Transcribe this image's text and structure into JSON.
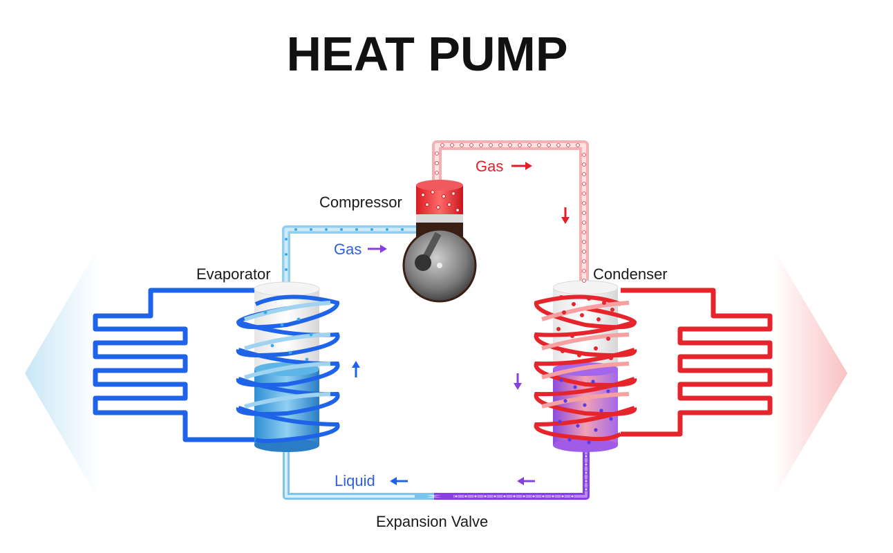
{
  "title": "HEAT PUMP",
  "labels": {
    "compressor": "Compressor",
    "evaporator": "Evaporator",
    "condenser": "Condenser",
    "expansion_valve": "Expansion Valve",
    "gas_top": "Gas",
    "gas_left": "Gas",
    "liquid": "Liquid"
  },
  "colors": {
    "cold": "#1e63e8",
    "cold_light": "#9fd3f0",
    "hot": "#e5252b",
    "hot_light": "#f9c7c8",
    "mixed": "#8a3fe0",
    "text": "#111111"
  },
  "icons": {
    "flow_arrows": "arrow-icon",
    "cold_output": "cold-arrow-icon",
    "heat_output": "heat-arrow-icon"
  }
}
